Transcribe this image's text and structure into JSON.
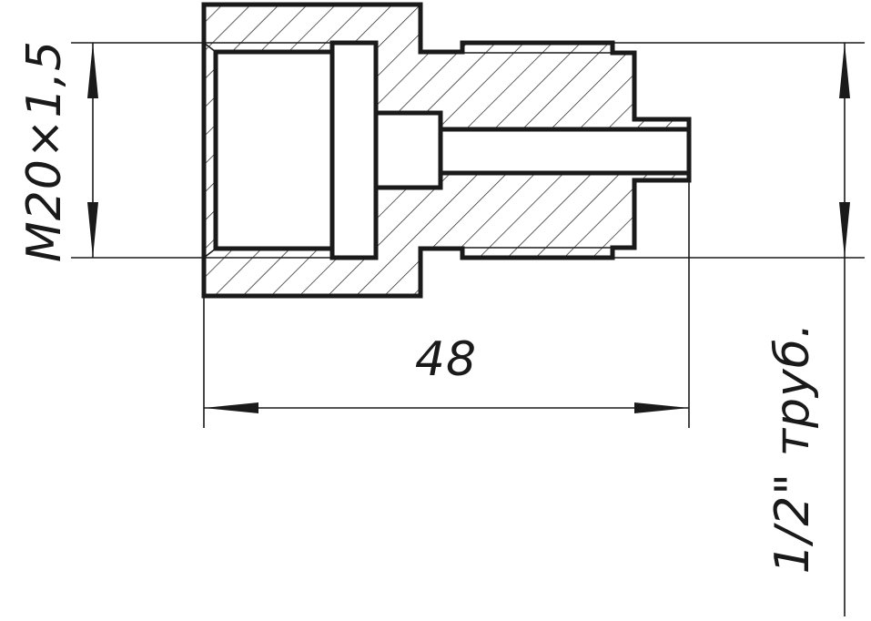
{
  "dimensions": {
    "thread": "M20×1,5",
    "length": "48",
    "pipe_thread": "1/2\" труб."
  },
  "colors": {
    "ink": "#1a1a1a",
    "background": "#ffffff"
  }
}
